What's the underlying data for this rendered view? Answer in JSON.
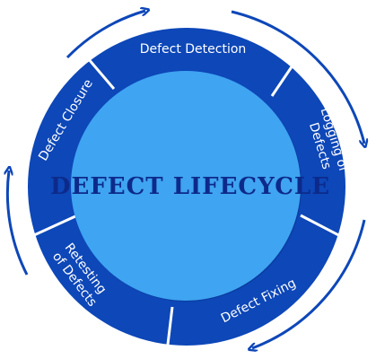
{
  "diagram": {
    "center_title": "DEFECT LIFECYCLE",
    "stages": [
      {
        "id": "detection",
        "label": "Defect Detection"
      },
      {
        "id": "logging",
        "label_lines": [
          "Logging of",
          "Defects"
        ]
      },
      {
        "id": "fixing",
        "label": "Defect Fixing"
      },
      {
        "id": "retesting",
        "label_lines": [
          "Retesting",
          "of Defects"
        ]
      },
      {
        "id": "closure",
        "label": "Defect Closure"
      }
    ]
  },
  "colors": {
    "ring": "#0d47b8",
    "ring_dark": "#0a3c9e",
    "center_fill": "#3fa4f2",
    "center_text": "#0d2a8a",
    "divider": "#ffffff",
    "arrow": "#0d47b8"
  }
}
